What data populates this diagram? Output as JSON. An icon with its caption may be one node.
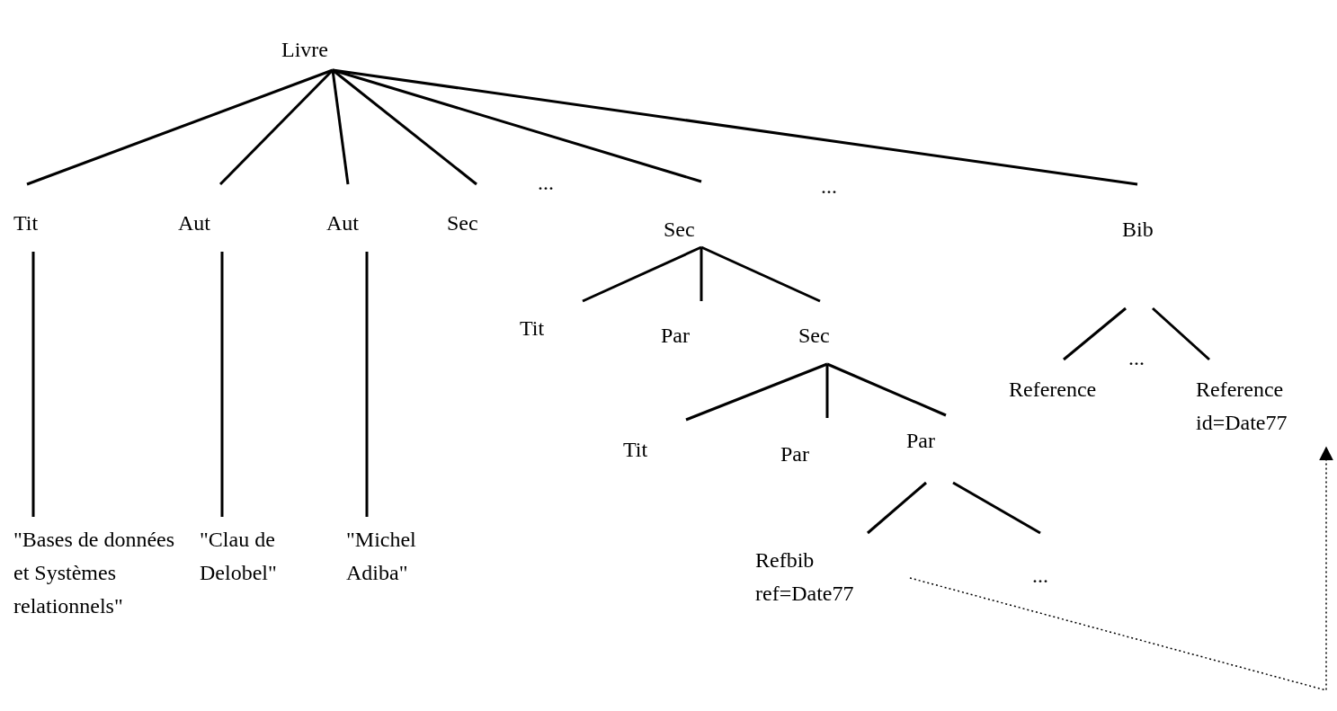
{
  "diagram": {
    "nodes": [
      {
        "text": [
          "Livre"
        ]
      },
      {
        "text": [
          "Tit"
        ]
      },
      {
        "text": [
          "Aut"
        ]
      },
      {
        "text": [
          "Aut"
        ]
      },
      {
        "text": [
          "Sec"
        ]
      },
      {
        "text": [
          "Sec"
        ]
      },
      {
        "text": [
          "Bib"
        ]
      },
      {
        "text": [
          "Tit"
        ]
      },
      {
        "text": [
          "Par"
        ]
      },
      {
        "text": [
          "Sec"
        ]
      },
      {
        "text": [
          "Reference"
        ]
      },
      {
        "text": [
          "Reference",
          "id=Date77"
        ]
      },
      {
        "text": [
          "Tit"
        ]
      },
      {
        "text": [
          "Par"
        ]
      },
      {
        "text": [
          "Par"
        ]
      },
      {
        "text": [
          "\"Bases de données et Systèmes relationnels\""
        ]
      },
      {
        "text": [
          "\"Clau de Delobel\""
        ]
      },
      {
        "text": [
          "\"Michel Adiba\""
        ]
      },
      {
        "text": [
          "Refbib",
          "ref=Date77"
        ]
      },
      {
        "text": [
          "..."
        ]
      }
    ],
    "edges": [
      {
        "from": 0,
        "to": 1,
        "arrow": "none"
      },
      {
        "from": 0,
        "to": 2,
        "arrow": "none"
      },
      {
        "from": 0,
        "to": 3,
        "arrow": "none"
      },
      {
        "from": 0,
        "to": 4,
        "arrow": "none"
      },
      {
        "from": 0,
        "to": 5,
        "arrow": "none"
      },
      {
        "from": 0,
        "to": 6,
        "arrow": "none"
      },
      {
        "from": 1,
        "to": 15,
        "arrow": "none"
      },
      {
        "from": 2,
        "to": 16,
        "arrow": "none"
      },
      {
        "from": 3,
        "to": 17,
        "arrow": "none"
      },
      {
        "from": 5,
        "to": 7,
        "arrow": "none"
      },
      {
        "from": 5,
        "to": 8,
        "arrow": "none"
      },
      {
        "from": 5,
        "to": 9,
        "arrow": "none"
      },
      {
        "from": 6,
        "to": 10,
        "arrow": "none"
      },
      {
        "from": 6,
        "to": 11,
        "arrow": "none"
      },
      {
        "from": 9,
        "to": 12,
        "arrow": "none"
      },
      {
        "from": 9,
        "to": 13,
        "arrow": "none"
      },
      {
        "from": 9,
        "to": 14,
        "arrow": "none"
      },
      {
        "from": 14,
        "to": 18,
        "arrow": "none"
      },
      {
        "from": 14,
        "to": 19,
        "arrow": "none"
      },
      {
        "from": 18,
        "to": 11,
        "arrow": "to",
        "style": "dashed"
      }
    ],
    "labels": [
      "...",
      "...",
      "..."
    ]
  }
}
